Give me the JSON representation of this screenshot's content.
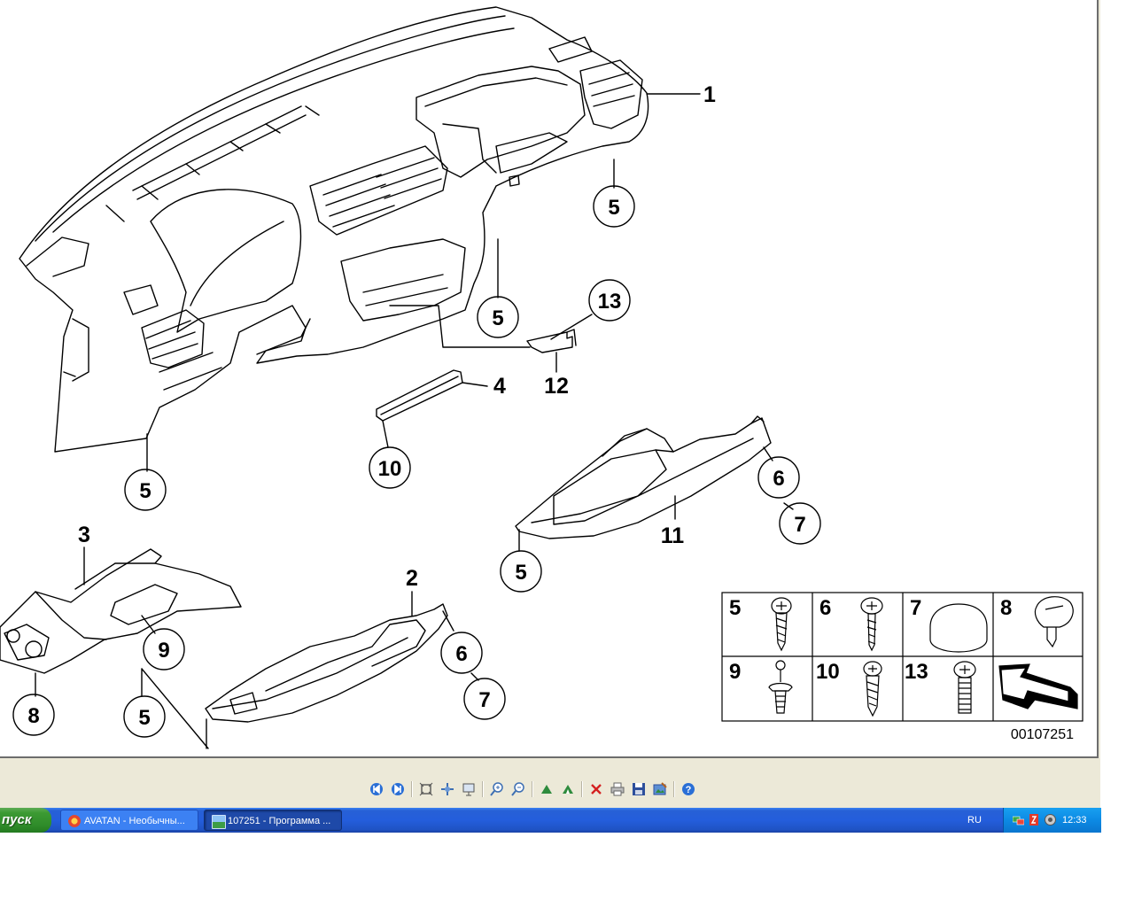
{
  "diagram": {
    "callouts": {
      "c1": "1",
      "c2": "2",
      "c3": "3",
      "c4": "4",
      "c5a": "5",
      "c5b": "5",
      "c5c": "5",
      "c5d": "5",
      "c5e": "5",
      "c6a": "6",
      "c6b": "6",
      "c7a": "7",
      "c7b": "7",
      "c8": "8",
      "c9": "9",
      "c10": "10",
      "c11": "11",
      "c12": "12",
      "c13": "13"
    },
    "legend": {
      "cells": [
        "5",
        "6",
        "7",
        "8",
        "9",
        "10",
        "13"
      ]
    },
    "catalog_number": "00107251"
  },
  "toolbar": {
    "buttons": [
      "prev-icon",
      "next-icon",
      "fit-icon",
      "actual-size-icon",
      "slideshow-icon",
      "zoom-in-icon",
      "zoom-out-icon",
      "rotate-left-icon",
      "rotate-right-icon",
      "delete-icon",
      "print-icon",
      "save-icon",
      "edit-icon",
      "help-icon"
    ]
  },
  "taskbar": {
    "start_label": "пуск",
    "tasks": [
      {
        "label": "AVATAN - Необычны..."
      },
      {
        "label": "107251 - Программа ..."
      }
    ],
    "language": "RU",
    "clock": "12:33"
  },
  "colors": {
    "taskbar_blue": "#245edc",
    "start_green": "#3c9a33",
    "tray_blue": "#0c8ae4",
    "toolbar_bg": "#ece9d8"
  }
}
